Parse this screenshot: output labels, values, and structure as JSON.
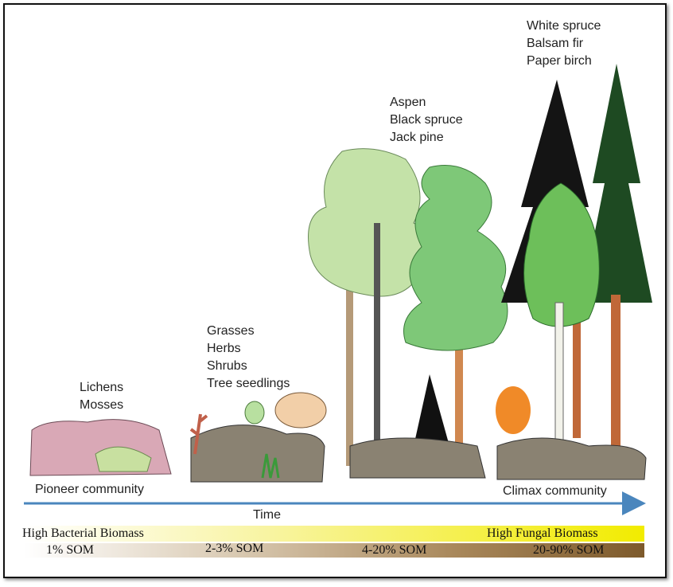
{
  "stages": [
    {
      "id": "pioneer",
      "species": [
        "Lichens",
        "Mosses"
      ]
    },
    {
      "id": "early",
      "species": [
        "Grasses",
        "Herbs",
        "Shrubs",
        "Tree seedlings"
      ]
    },
    {
      "id": "mid",
      "species": [
        "Aspen",
        "Black spruce",
        "Jack pine"
      ]
    },
    {
      "id": "climax",
      "species": [
        "White spruce",
        "Balsam fir",
        "Paper birch"
      ]
    }
  ],
  "axis": {
    "start_label": "Pioneer community",
    "end_label": "Climax community",
    "axis_label": "Time",
    "color": "#4a86bd"
  },
  "biomass_bar": {
    "left_label": "High Bacterial Biomass",
    "right_label": "High Fungal Biomass",
    "start_color": "#ffffff",
    "end_color": "#f2ec00"
  },
  "som_bar": {
    "labels": [
      "1% SOM",
      "2-3% SOM",
      "4-20% SOM",
      "20-90% SOM"
    ],
    "start_color": "#ffffff",
    "end_color": "#7d5a2c"
  }
}
